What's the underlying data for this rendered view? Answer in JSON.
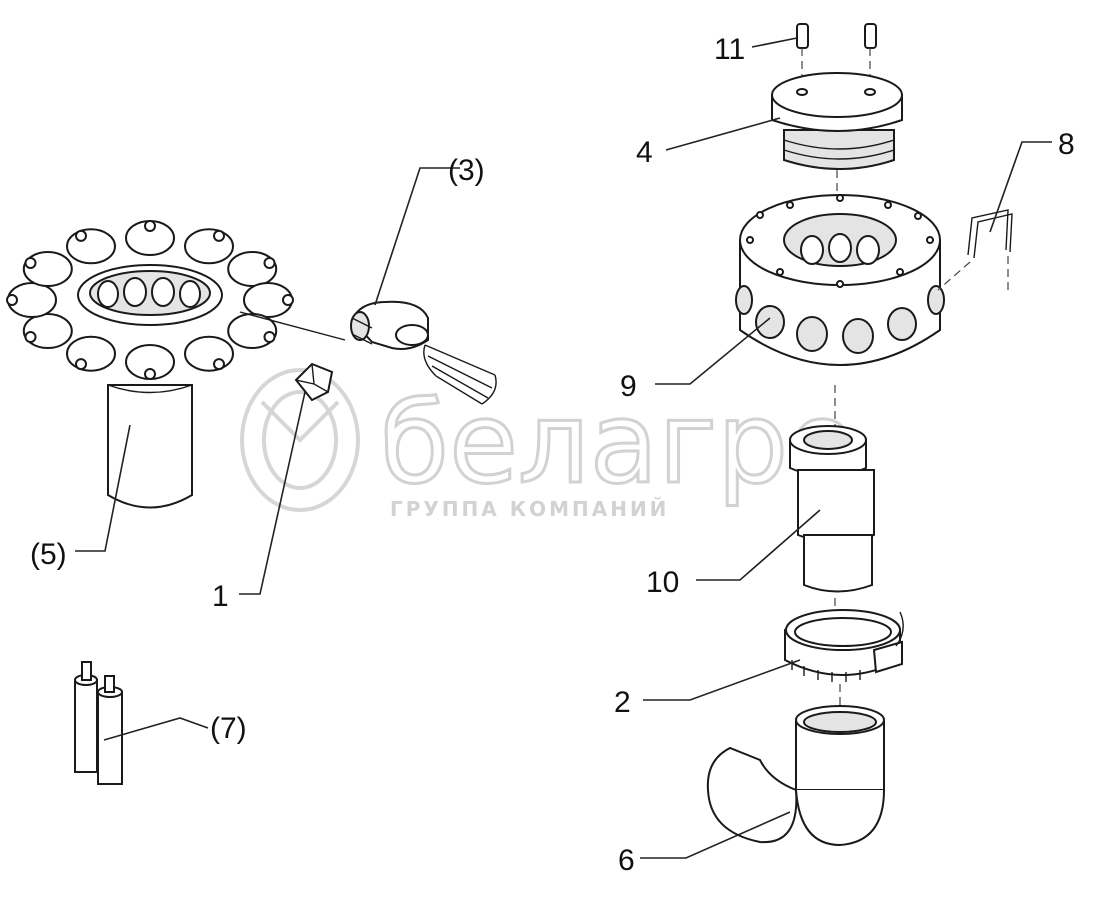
{
  "watermark": {
    "brand": "белагро",
    "subtitle": "ГРУППА КОМПАНИЙ"
  },
  "callouts": {
    "c1": "1",
    "c2": "2",
    "c3": "(3)",
    "c4": "4",
    "c5": "(5)",
    "c6": "6",
    "c7": "(7)",
    "c8": "8",
    "c9": "9",
    "c10": "10",
    "c11": "11"
  }
}
